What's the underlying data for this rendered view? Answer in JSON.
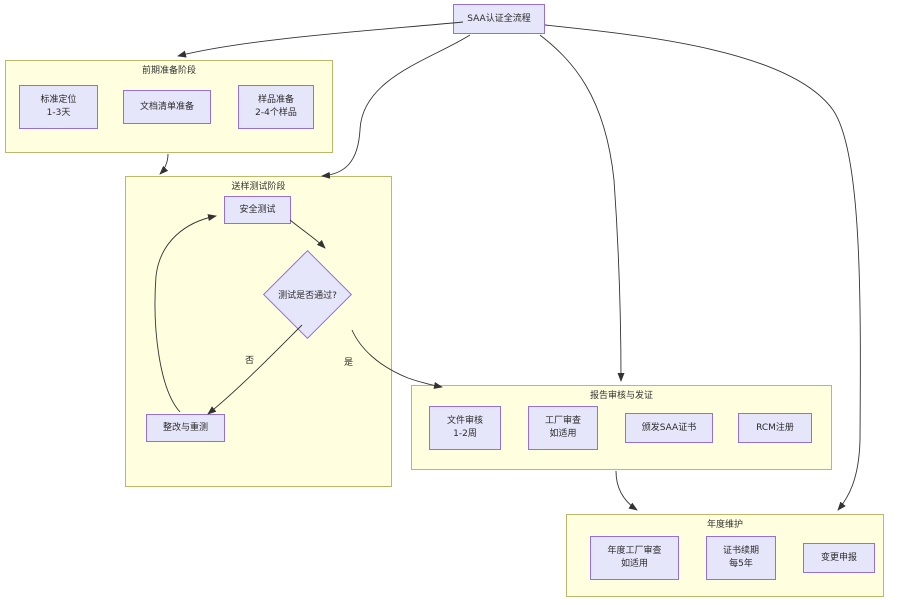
{
  "diagram": {
    "title_node": {
      "label": "SAA认证全流程"
    },
    "clusters": [
      {
        "id": "prep",
        "label": "前期准备阶段",
        "nodes": [
          {
            "id": "std",
            "line1": "标准定位",
            "line2": "1-3天"
          },
          {
            "id": "doc",
            "line1": "文档清单准备",
            "line2": ""
          },
          {
            "id": "sample",
            "line1": "样品准备",
            "line2": "2-4个样品"
          }
        ]
      },
      {
        "id": "test",
        "label": "送样测试阶段",
        "nodes": [
          {
            "id": "safety",
            "line1": "安全测试",
            "line2": ""
          },
          {
            "id": "decision",
            "line1": "测试是否通过?",
            "line2": "",
            "shape": "diamond"
          },
          {
            "id": "rectify",
            "line1": "整改与重测",
            "line2": ""
          }
        ]
      },
      {
        "id": "review",
        "label": "报告审核与发证",
        "nodes": [
          {
            "id": "docreview",
            "line1": "文件审核",
            "line2": "1-2周"
          },
          {
            "id": "factory",
            "line1": "工厂审查",
            "line2": "如适用"
          },
          {
            "id": "issue",
            "line1": "颁发SAA证书",
            "line2": ""
          },
          {
            "id": "rcm",
            "line1": "RCM注册",
            "line2": ""
          }
        ]
      },
      {
        "id": "maintain",
        "label": "年度维护",
        "nodes": [
          {
            "id": "annualfactory",
            "line1": "年度工厂审查",
            "line2": "如适用"
          },
          {
            "id": "renew",
            "line1": "证书续期",
            "line2": "每5年"
          },
          {
            "id": "change",
            "line1": "变更申报",
            "line2": ""
          }
        ]
      }
    ],
    "edge_labels": [
      {
        "id": "no-label",
        "text": "否"
      },
      {
        "id": "yes-label",
        "text": "是"
      }
    ],
    "colors": {
      "node_fill": "#E6E6FA",
      "node_border": "#9370DB",
      "cluster_fill": "#FFFFE0",
      "cluster_border": "#BDB76B",
      "edge_stroke": "#333333",
      "text": "#2b2b2b",
      "background": "#FFFFFF"
    }
  }
}
